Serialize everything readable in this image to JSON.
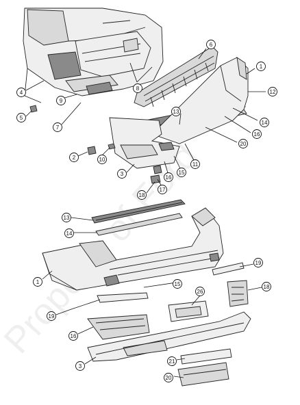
{
  "watermark": "Property of Ford",
  "callouts": [
    "1",
    "2",
    "3",
    "4",
    "5",
    "6",
    "7",
    "8",
    "9",
    "10",
    "11",
    "12",
    "13",
    "14",
    "15",
    "16",
    "17",
    "18",
    "19",
    "20",
    "21",
    "26"
  ],
  "colors": {
    "line": "#222222",
    "fill": "#d9d9d9",
    "dark": "#8a8a8a",
    "background": "#ffffff"
  }
}
